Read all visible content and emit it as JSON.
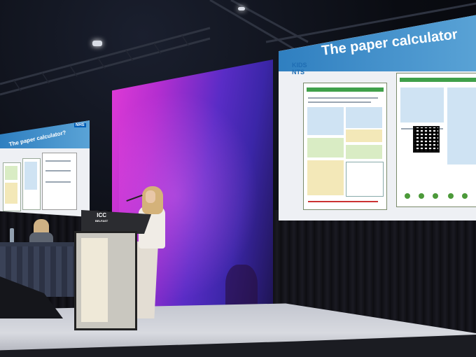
{
  "right_slide": {
    "title": "The paper calculator",
    "logo_line1": "KIDS",
    "logo_line2": "NTS"
  },
  "left_slide": {
    "title": "The paper calculator?",
    "nhs": "NHS"
  },
  "podium": {
    "logo": "ICC",
    "logo_sub": "BELFAST"
  }
}
